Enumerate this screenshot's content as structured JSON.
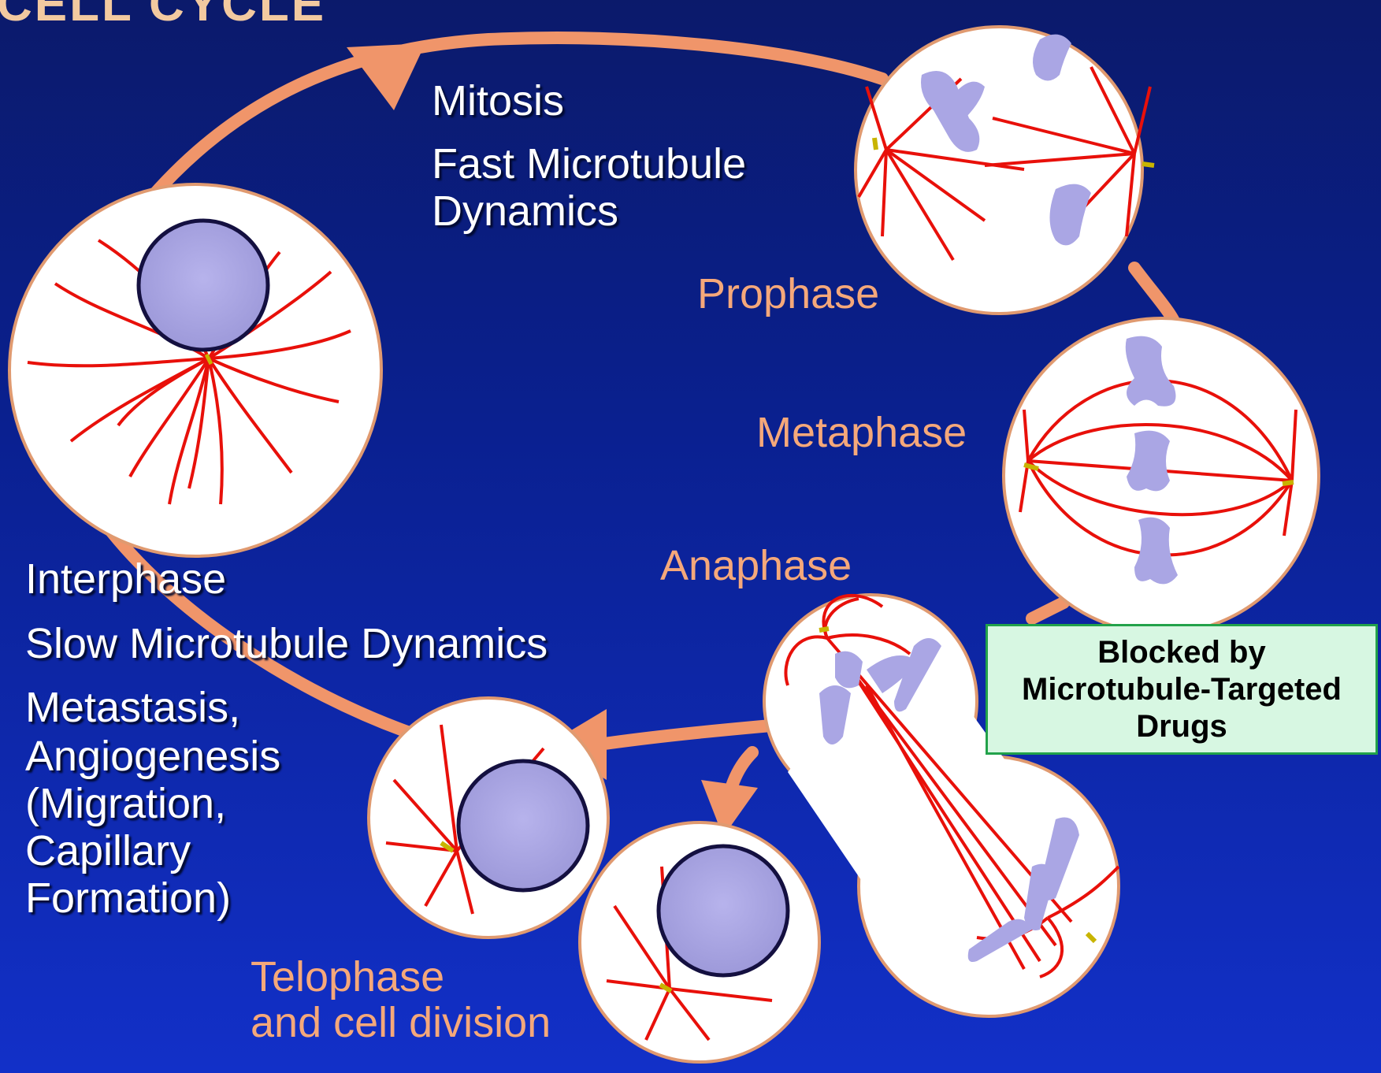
{
  "title": "CELL CYCLE",
  "mitosis": {
    "heading": "Mitosis",
    "line1": "Fast Microtubule",
    "line2": "Dynamics"
  },
  "interphase": {
    "heading": "Interphase",
    "subheading": "Slow Microtubule Dynamics",
    "notes": [
      "Metastasis,",
      "Angiogenesis",
      "(Migration,",
      "Capillary",
      "Formation)"
    ]
  },
  "phases": {
    "prophase": "Prophase",
    "metaphase": "Metaphase",
    "anaphase": "Anaphase",
    "telophase_line1": "Telophase",
    "telophase_line2": "and cell division"
  },
  "blocked_box": "Blocked by\nMicrotubule-Targeted\nDrugs",
  "colors": {
    "background": "#0a1f8a",
    "cycle_arrow": "#f0956a",
    "microtubule": "#e8100a",
    "chromosome_nucleus": "#aaa6e4",
    "cell_fill": "#ffffff",
    "box_fill": "#d7f7e2",
    "box_border": "#22a24a"
  }
}
